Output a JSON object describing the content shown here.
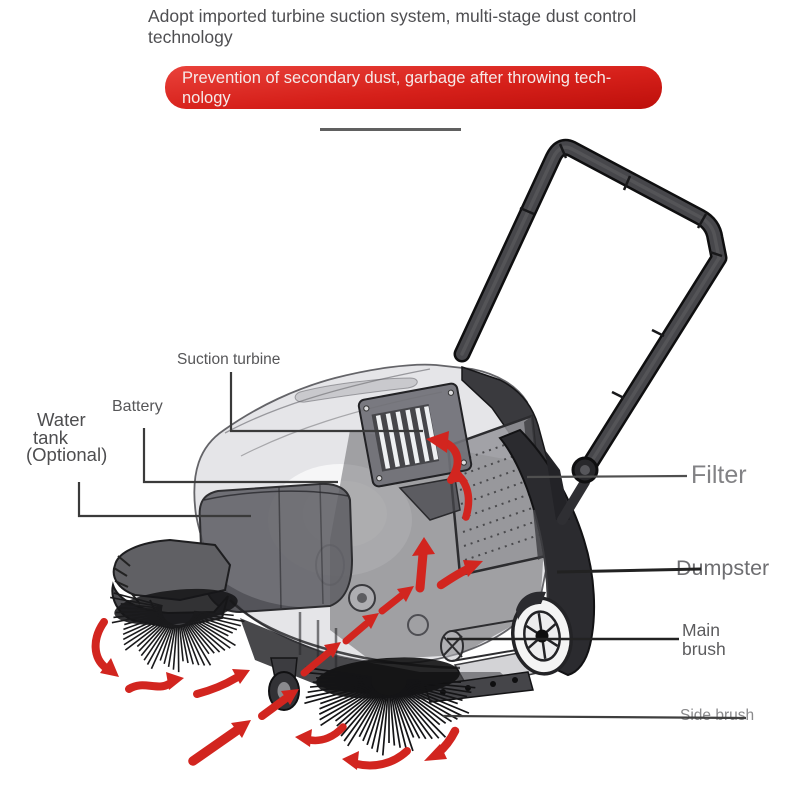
{
  "header": {
    "title_line1": "Adopt imported turbine suction system, multi-stage dust control",
    "title_line2": "technology"
  },
  "banner": {
    "line1": "Prevention of secondary dust, garbage after throwing tech-",
    "line2": "nology"
  },
  "labels": {
    "suction_turbine": "Suction turbine",
    "battery": "Battery",
    "water_tank_line1": "Water",
    "water_tank_line2": "tank",
    "water_tank_line3": "(Optional)",
    "filter": "Filter",
    "dumpster": "Dumpster",
    "main_brush_line1": "Main",
    "main_brush_line2": "brush",
    "side_brush": "Side brush"
  },
  "colors": {
    "banner_red": "#d6201a",
    "arrow_red": "#d2251f",
    "leader_line_dark": "#2f2f2f",
    "label_gray": "#6e6e71",
    "title_gray": "#4f4f52"
  }
}
